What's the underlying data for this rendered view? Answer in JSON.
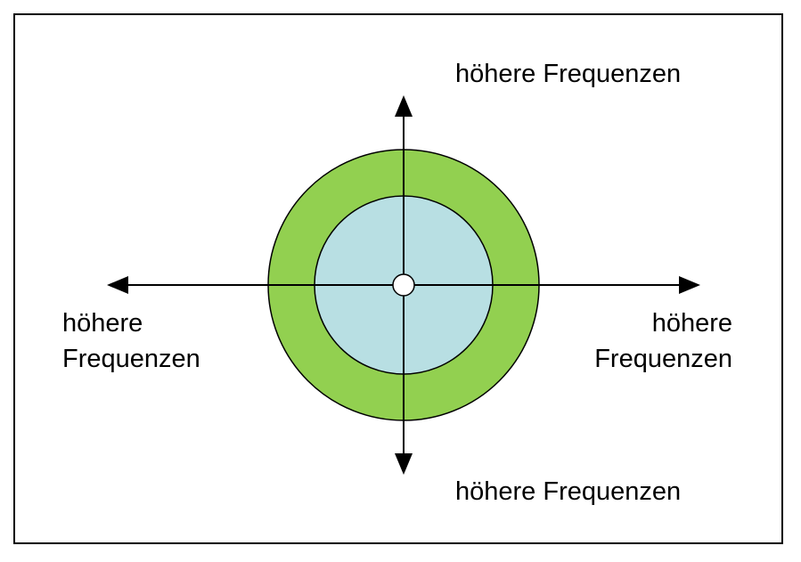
{
  "labels": {
    "top": "höhere Frequenzen",
    "bottom": "höhere Frequenzen",
    "left": [
      "höhere",
      "Frequenzen"
    ],
    "right": [
      "höhere",
      "Frequenzen"
    ]
  },
  "colors": {
    "outer_ring": "#92d050",
    "inner_circle": "#b8dfe3",
    "stroke": "#000000",
    "background": "#ffffff"
  }
}
